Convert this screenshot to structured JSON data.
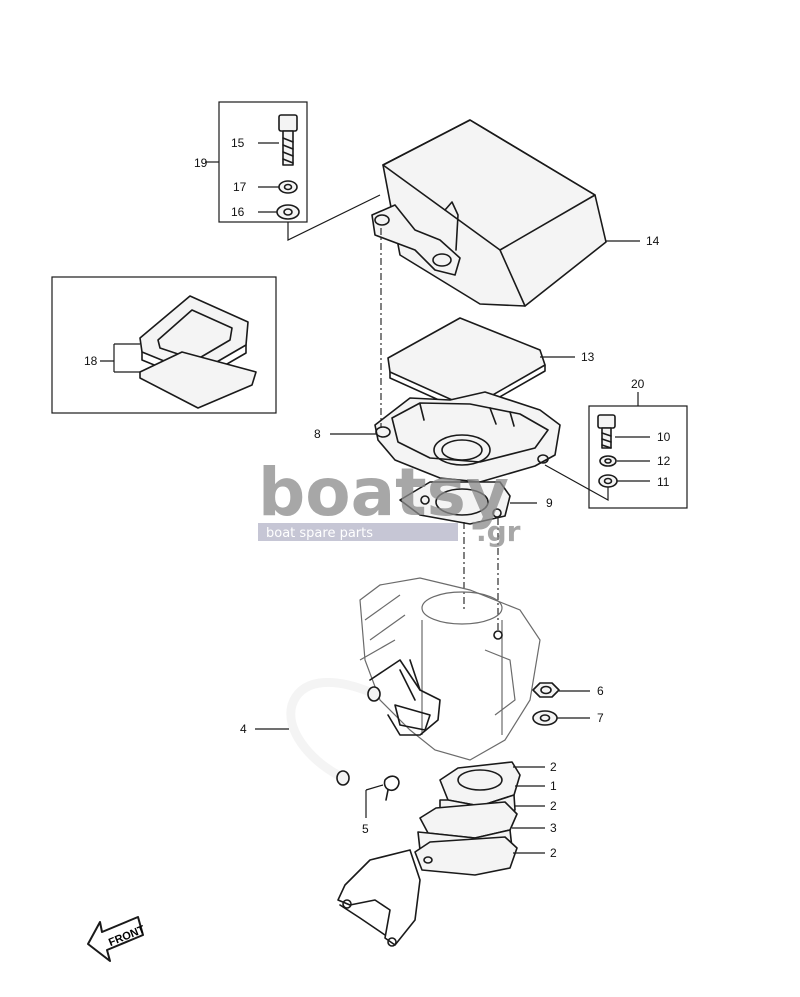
{
  "callouts": {
    "c1": "1",
    "c2a": "2",
    "c2b": "2",
    "c2c": "2",
    "c3": "3",
    "c4": "4",
    "c5": "5",
    "c6": "6",
    "c7": "7",
    "c8": "8",
    "c9": "9",
    "c10": "10",
    "c11": "11",
    "c12": "12",
    "c13": "13",
    "c14": "14",
    "c15": "15",
    "c16": "16",
    "c17": "17",
    "c18": "18",
    "c19": "19",
    "c20": "20"
  },
  "watermark": {
    "brand": "boatsy",
    "tagline": "boat spare parts",
    "domain": ".gr",
    "color": "#8a8a8a"
  },
  "front_arrow": {
    "label": "FRONT"
  }
}
